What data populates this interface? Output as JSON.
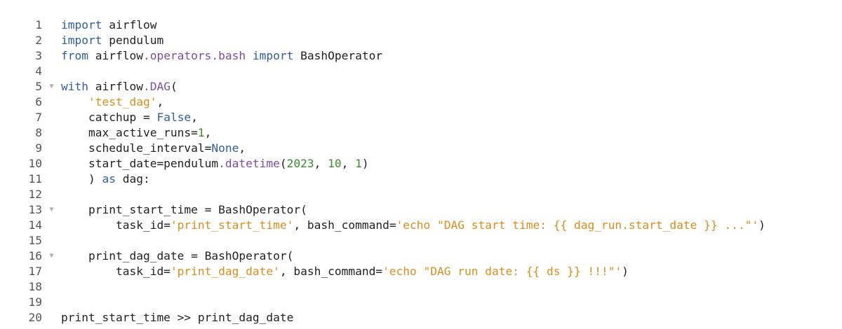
{
  "editor": {
    "fold_marker": "▼",
    "lines": [
      {
        "num": "1",
        "fold": false,
        "tokens": [
          {
            "t": "import",
            "c": "kw"
          },
          {
            "t": " airflow",
            "c": ""
          }
        ]
      },
      {
        "num": "2",
        "fold": false,
        "tokens": [
          {
            "t": "import",
            "c": "kw"
          },
          {
            "t": " pendulum",
            "c": ""
          }
        ]
      },
      {
        "num": "3",
        "fold": false,
        "tokens": [
          {
            "t": "from",
            "c": "kw"
          },
          {
            "t": " airflow",
            "c": ""
          },
          {
            "t": ".operators.bash",
            "c": "mod"
          },
          {
            "t": " ",
            "c": ""
          },
          {
            "t": "import",
            "c": "kw"
          },
          {
            "t": " BashOperator",
            "c": ""
          }
        ]
      },
      {
        "num": "4",
        "fold": false,
        "tokens": []
      },
      {
        "num": "5",
        "fold": true,
        "tokens": [
          {
            "t": "with",
            "c": "kw"
          },
          {
            "t": " airflow",
            "c": ""
          },
          {
            "t": ".DAG",
            "c": "mod"
          },
          {
            "t": "(",
            "c": ""
          }
        ]
      },
      {
        "num": "6",
        "fold": false,
        "tokens": [
          {
            "t": "    ",
            "c": ""
          },
          {
            "t": "'test_dag'",
            "c": "str"
          },
          {
            "t": ",",
            "c": ""
          }
        ]
      },
      {
        "num": "7",
        "fold": false,
        "tokens": [
          {
            "t": "    catchup = ",
            "c": ""
          },
          {
            "t": "False",
            "c": "kw"
          },
          {
            "t": ",",
            "c": ""
          }
        ]
      },
      {
        "num": "8",
        "fold": false,
        "tokens": [
          {
            "t": "    max_active_runs=",
            "c": ""
          },
          {
            "t": "1",
            "c": "num"
          },
          {
            "t": ",",
            "c": ""
          }
        ]
      },
      {
        "num": "9",
        "fold": false,
        "tokens": [
          {
            "t": "    schedule_interval=",
            "c": ""
          },
          {
            "t": "None",
            "c": "kw"
          },
          {
            "t": ",",
            "c": ""
          }
        ]
      },
      {
        "num": "10",
        "fold": false,
        "tokens": [
          {
            "t": "    start_date=pendulum",
            "c": ""
          },
          {
            "t": ".datetime",
            "c": "mod"
          },
          {
            "t": "(",
            "c": ""
          },
          {
            "t": "2023",
            "c": "num"
          },
          {
            "t": ", ",
            "c": ""
          },
          {
            "t": "10",
            "c": "num"
          },
          {
            "t": ", ",
            "c": ""
          },
          {
            "t": "1",
            "c": "num"
          },
          {
            "t": ")",
            "c": ""
          }
        ]
      },
      {
        "num": "11",
        "fold": false,
        "tokens": [
          {
            "t": "    ) ",
            "c": ""
          },
          {
            "t": "as",
            "c": "kw"
          },
          {
            "t": " dag:",
            "c": ""
          }
        ]
      },
      {
        "num": "12",
        "fold": false,
        "tokens": []
      },
      {
        "num": "13",
        "fold": true,
        "tokens": [
          {
            "t": "    print_start_time = BashOperator(",
            "c": ""
          }
        ]
      },
      {
        "num": "14",
        "fold": false,
        "tokens": [
          {
            "t": "        task_id=",
            "c": ""
          },
          {
            "t": "'print_start_time'",
            "c": "str"
          },
          {
            "t": ", bash_command=",
            "c": ""
          },
          {
            "t": "'echo \"DAG start time: {{ dag_run.start_date }} ...\"'",
            "c": "str"
          },
          {
            "t": ")",
            "c": ""
          }
        ]
      },
      {
        "num": "15",
        "fold": false,
        "tokens": []
      },
      {
        "num": "16",
        "fold": true,
        "tokens": [
          {
            "t": "    print_dag_date = BashOperator(",
            "c": ""
          }
        ]
      },
      {
        "num": "17",
        "fold": false,
        "tokens": [
          {
            "t": "        task_id=",
            "c": ""
          },
          {
            "t": "'print_dag_date'",
            "c": "str"
          },
          {
            "t": ", bash_command=",
            "c": ""
          },
          {
            "t": "'echo \"DAG run date: {{ ds }} !!!\"'",
            "c": "str"
          },
          {
            "t": ")",
            "c": ""
          }
        ]
      },
      {
        "num": "18",
        "fold": false,
        "tokens": []
      },
      {
        "num": "19",
        "fold": false,
        "tokens": []
      },
      {
        "num": "20",
        "fold": false,
        "tokens": [
          {
            "t": "print_start_time >> print_dag_date",
            "c": ""
          }
        ]
      }
    ]
  },
  "colors": {
    "keyword": "#2f5d9e",
    "module": "#7d4c9c",
    "string": "#d98c1c",
    "number": "#3b8a2d",
    "text": "#222222",
    "gutter": "#555555"
  }
}
